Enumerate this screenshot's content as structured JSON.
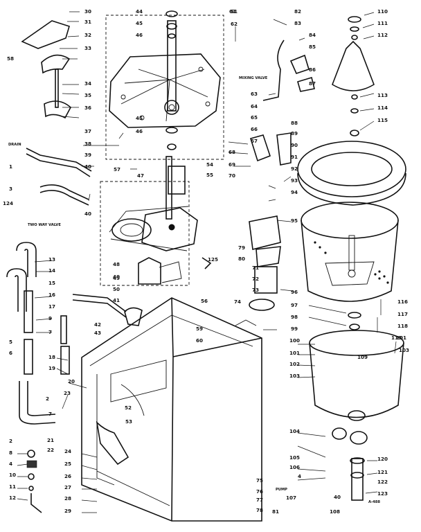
{
  "diagram": {
    "text_labels": {
      "drain": "DRAIN",
      "mixing_valve": "MIXING VALVE",
      "two_way_valve": "TWO WAY VALVE",
      "pump": "PUMP",
      "corner_code": "A-488"
    },
    "part_numbers": [
      "1",
      "2",
      "2",
      "3",
      "4",
      "4",
      "5",
      "6",
      "7",
      "7",
      "8",
      "9",
      "10",
      "11",
      "12",
      "13",
      "14",
      "15",
      "16",
      "17",
      "18",
      "19",
      "20",
      "21",
      "22",
      "23",
      "24",
      "25",
      "26",
      "27",
      "28",
      "29",
      "30",
      "31",
      "32",
      "33",
      "34",
      "35",
      "36",
      "37",
      "38",
      "39",
      "40",
      "40",
      "40",
      "40",
      "41",
      "42",
      "43",
      "44",
      "45",
      "45",
      "46",
      "46",
      "47",
      "48",
      "49",
      "50",
      "51",
      "52",
      "53",
      "54",
      "55",
      "56",
      "57",
      "58",
      "59",
      "60",
      "61",
      "62",
      "63",
      "64",
      "65",
      "66",
      "67",
      "68",
      "69",
      "70",
      "71",
      "72",
      "73",
      "74",
      "75",
      "76",
      "77",
      "78",
      "79",
      "80",
      "81",
      "82",
      "83",
      "84",
      "85",
      "86",
      "87",
      "88",
      "89",
      "90",
      "91",
      "92",
      "93",
      "94",
      "95",
      "96",
      "97",
      "98",
      "99",
      "100",
      "101",
      "101",
      "102",
      "103",
      "103",
      "104",
      "105",
      "106",
      "107",
      "108",
      "109",
      "110",
      "111",
      "112",
      "113",
      "114",
      "115",
      "116",
      "117",
      "118",
      "119",
      "120",
      "121",
      "122",
      "123",
      "124",
      "125"
    ]
  }
}
